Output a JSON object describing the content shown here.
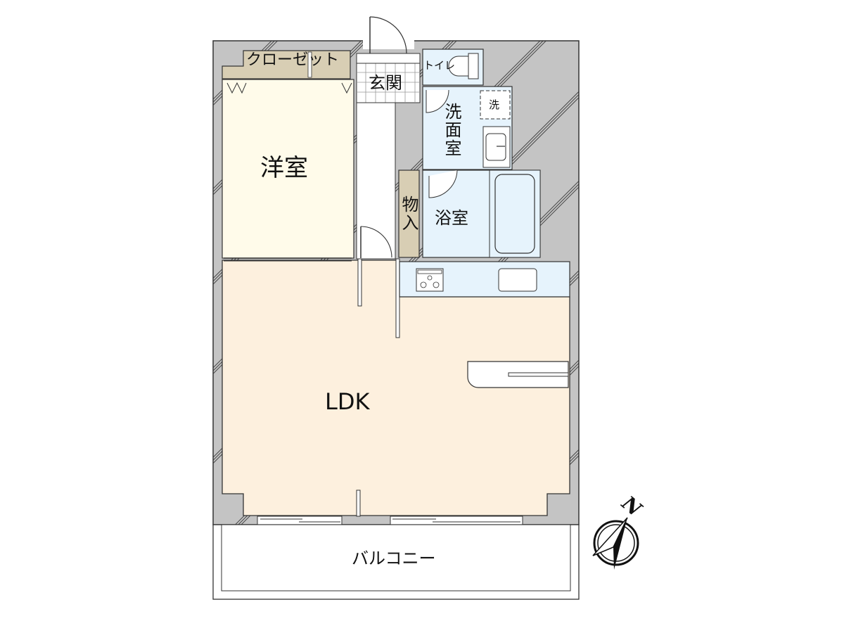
{
  "plan": {
    "colors": {
      "wall": "#c4c4c4",
      "wall_line": "#333333",
      "ldk_floor": "#fdf0de",
      "western_room_floor": "#fffbea",
      "wet_area_floor": "#e6f3fc",
      "closet_storage": "#d8ceb4",
      "balcony": "#ffffff"
    },
    "rooms": {
      "western_room": "洋室",
      "closet": "クローゼット",
      "entrance": "玄関",
      "toilet": "トイレ",
      "washroom": "洗面室",
      "washer_space": "洗",
      "storage": "物入",
      "bathroom": "浴室",
      "ldk": "LDK",
      "balcony": "バルコニー"
    },
    "compass": {
      "label": "N",
      "icon": "north-arrow-icon"
    }
  }
}
